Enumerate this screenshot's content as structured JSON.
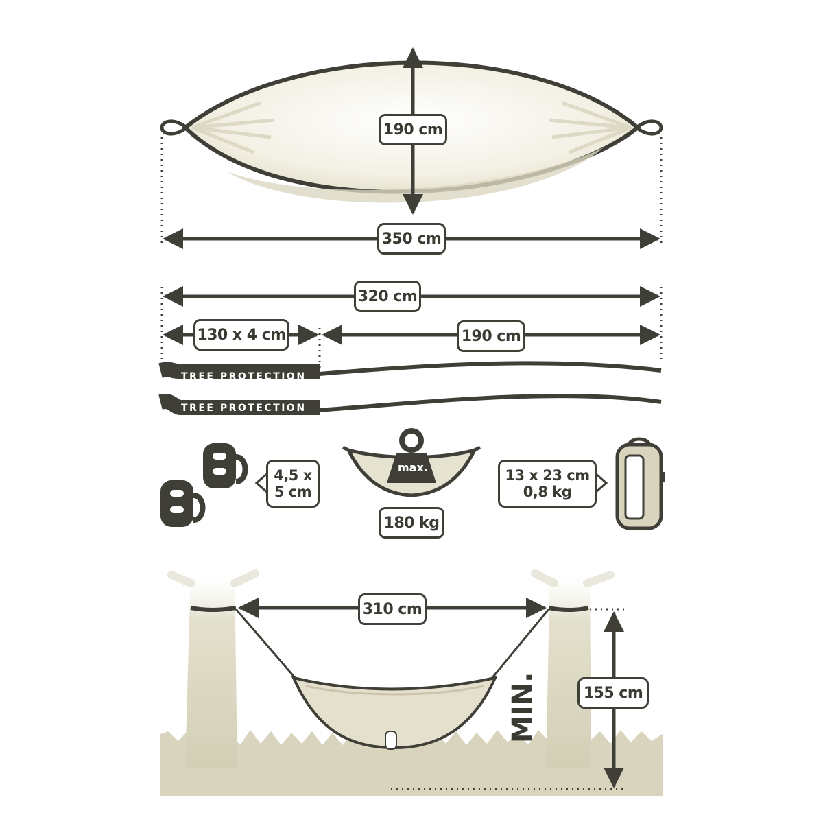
{
  "hammock": {
    "width_label": "190 cm",
    "length_label": "350 cm"
  },
  "straps": {
    "total_label": "320 cm",
    "protection_label": "130 x 4 cm",
    "webbing_label": "190 cm",
    "strap_text_1": "TREE PROTECTION",
    "strap_text_2": "TREE PROTECTION"
  },
  "accessories": {
    "carabiner_label_line1": "4,5 x",
    "carabiner_label_line2": "5 cm",
    "max_tag": "max.",
    "max_load_label": "180 kg",
    "pack_label_line1": "13 x 23 cm",
    "pack_label_line2": "0,8 kg"
  },
  "setup": {
    "distance_label": "310 cm",
    "height_label": "155 cm",
    "min_text": "MIN."
  },
  "colors": {
    "outline": "#3f3f37",
    "fabric": "#f4f1e6",
    "fabric_shade": "#dcd7c2",
    "tree": "#dcd8c3",
    "grass": "#d7d3bd"
  }
}
